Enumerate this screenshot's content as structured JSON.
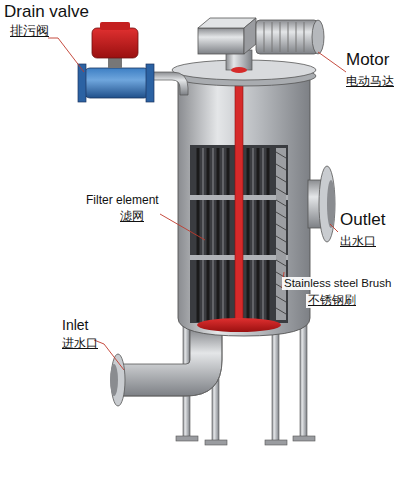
{
  "diagram": {
    "labels": [
      "Drain valve",
      "排污阀",
      "Motor",
      "电动马达",
      "Filter element",
      "滤网",
      "Outlet",
      "出水口",
      "Stainless steel Brush",
      "不锈钢刷",
      "Inlet",
      "进水口"
    ]
  }
}
